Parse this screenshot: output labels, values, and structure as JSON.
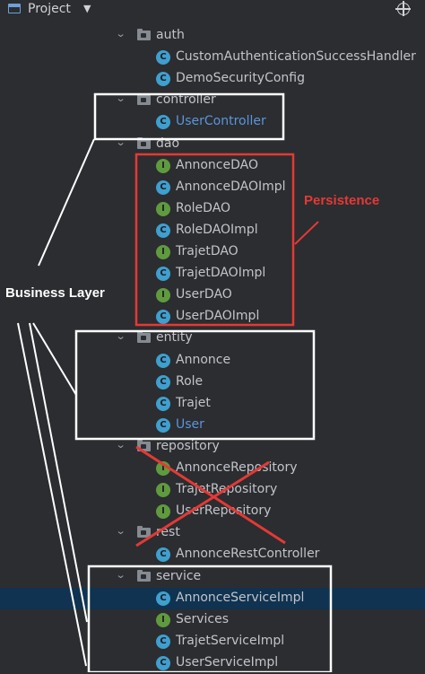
{
  "header": {
    "title": "Project",
    "chevron_icon": "chevron-down-icon",
    "target_icon": "crosshair-icon"
  },
  "tree": [
    {
      "kind": "folder",
      "label": "auth",
      "expanded": true
    },
    {
      "kind": "class",
      "label": "CustomAuthenticationSuccessHandler"
    },
    {
      "kind": "class",
      "label": "DemoSecurityConfig"
    },
    {
      "kind": "folder",
      "label": "controller",
      "expanded": true
    },
    {
      "kind": "class",
      "label": "UserController",
      "color": "#5b95dc"
    },
    {
      "kind": "folder",
      "label": "dao",
      "expanded": true
    },
    {
      "kind": "interface",
      "label": "AnnonceDAO"
    },
    {
      "kind": "class",
      "label": "AnnonceDAOImpl"
    },
    {
      "kind": "interface",
      "label": "RoleDAO"
    },
    {
      "kind": "class",
      "label": "RoleDAOImpl"
    },
    {
      "kind": "interface",
      "label": "TrajetDAO"
    },
    {
      "kind": "class",
      "label": "TrajetDAOImpl"
    },
    {
      "kind": "interface",
      "label": "UserDAO"
    },
    {
      "kind": "class",
      "label": "UserDAOImpl"
    },
    {
      "kind": "folder",
      "label": "entity",
      "expanded": true
    },
    {
      "kind": "class",
      "label": "Annonce"
    },
    {
      "kind": "class",
      "label": "Role"
    },
    {
      "kind": "class",
      "label": "Trajet"
    },
    {
      "kind": "class",
      "label": "User",
      "color": "#5b95dc"
    },
    {
      "kind": "folder",
      "label": "repository",
      "expanded": true
    },
    {
      "kind": "interface",
      "label": "AnnonceRepository"
    },
    {
      "kind": "interface",
      "label": "TrajetRepository"
    },
    {
      "kind": "interface",
      "label": "UserRepository"
    },
    {
      "kind": "folder",
      "label": "rest",
      "expanded": true
    },
    {
      "kind": "class",
      "label": "AnnonceRestController"
    },
    {
      "kind": "folder",
      "label": "service",
      "expanded": true
    },
    {
      "kind": "class",
      "label": "AnnonceServiceImpl",
      "selected": true
    },
    {
      "kind": "interface",
      "label": "Services"
    },
    {
      "kind": "class",
      "label": "TrajetServiceImpl"
    },
    {
      "kind": "class",
      "label": "UserServiceImpl"
    }
  ],
  "annotations": {
    "business_layer": "Business Layer",
    "persistence": "Persistence",
    "box_color_white": "#ffffff",
    "box_color_red": "#e53935"
  },
  "icons": {
    "class_letter": "C",
    "interface_letter": "I"
  }
}
